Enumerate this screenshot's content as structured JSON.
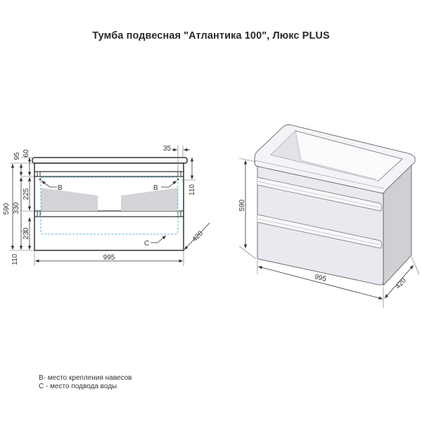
{
  "title": "Тумба подвесная \"Атлантика 100\", Люкс PLUS",
  "front_view": {
    "dimensions": {
      "top_60": "60",
      "top_95": "95",
      "total_height_590": "590",
      "middle_330": "330",
      "drawer_225": "225",
      "drawer_230": "230",
      "bottom_110": "110",
      "width_995": "995",
      "right_35": "35",
      "right_110": "110",
      "depth_420": "420"
    },
    "markers": {
      "b_left": "B",
      "b_right": "B",
      "c": "C"
    }
  },
  "iso_view": {
    "dimensions": {
      "height_590": "590",
      "width_995": "995",
      "depth_420": "420"
    }
  },
  "legend": {
    "line1": "B- место крепления навесов",
    "line2": "C - место подвода воды"
  },
  "colors": {
    "outline": "#333333",
    "gray_fill": "#d3d3d8",
    "dashed": "#5ab4d6",
    "iso_front": "#e9e9f0",
    "iso_side": "#cfcfd4"
  }
}
